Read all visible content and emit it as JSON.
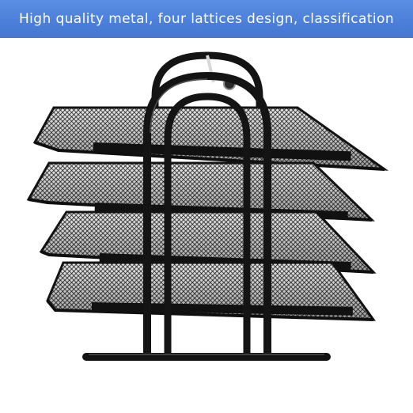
{
  "banner": {
    "text": "High quality metal, four lattices design, classification",
    "background": "#4b7fd9",
    "text_color": "#ffffff"
  },
  "product": {
    "description": "black metal mesh four-tier desk tray organizer",
    "tray_count": 4,
    "metal_color": "#141414",
    "mesh_color": "#1e1e1e"
  }
}
